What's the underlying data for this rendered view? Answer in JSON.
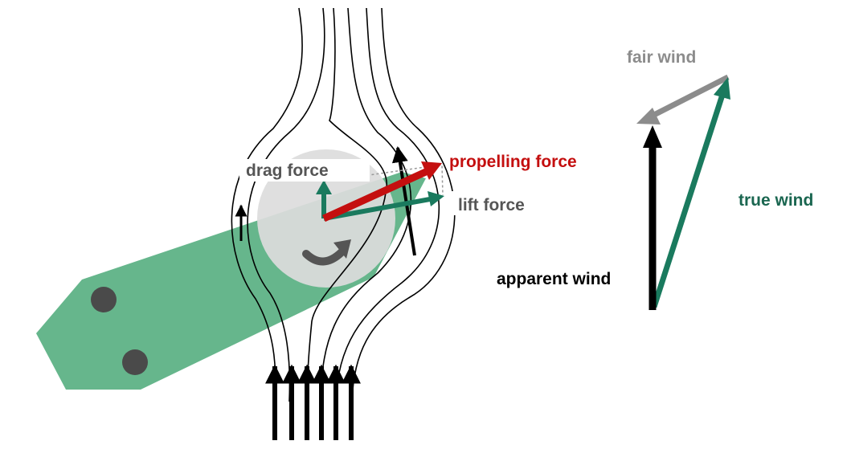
{
  "labels": {
    "drag_force": "drag force",
    "propelling_force": "propelling force",
    "lift_force": "lift force",
    "fair_wind": "fair wind",
    "true_wind": "true wind",
    "apparent_wind": "apparent wind"
  },
  "colors": {
    "background": "#ffffff",
    "arm": "#66b68c",
    "rotor": "#dcdcdc",
    "hole": "#4a4a4a",
    "drag_arrow": "#1a7a5e",
    "lift_arrow": "#1a7a5e",
    "propelling_arrow": "#c40f0f",
    "propelling_text": "#c40f0f",
    "drag_text": "#555555",
    "lift_text": "#555555",
    "fair_wind": "#8c8c8c",
    "true_wind": "#1a7a5e",
    "true_wind_text": "#1a6650",
    "apparent_wind": "#000000",
    "streamline": "#000000",
    "rotation_arrow": "#555555"
  }
}
